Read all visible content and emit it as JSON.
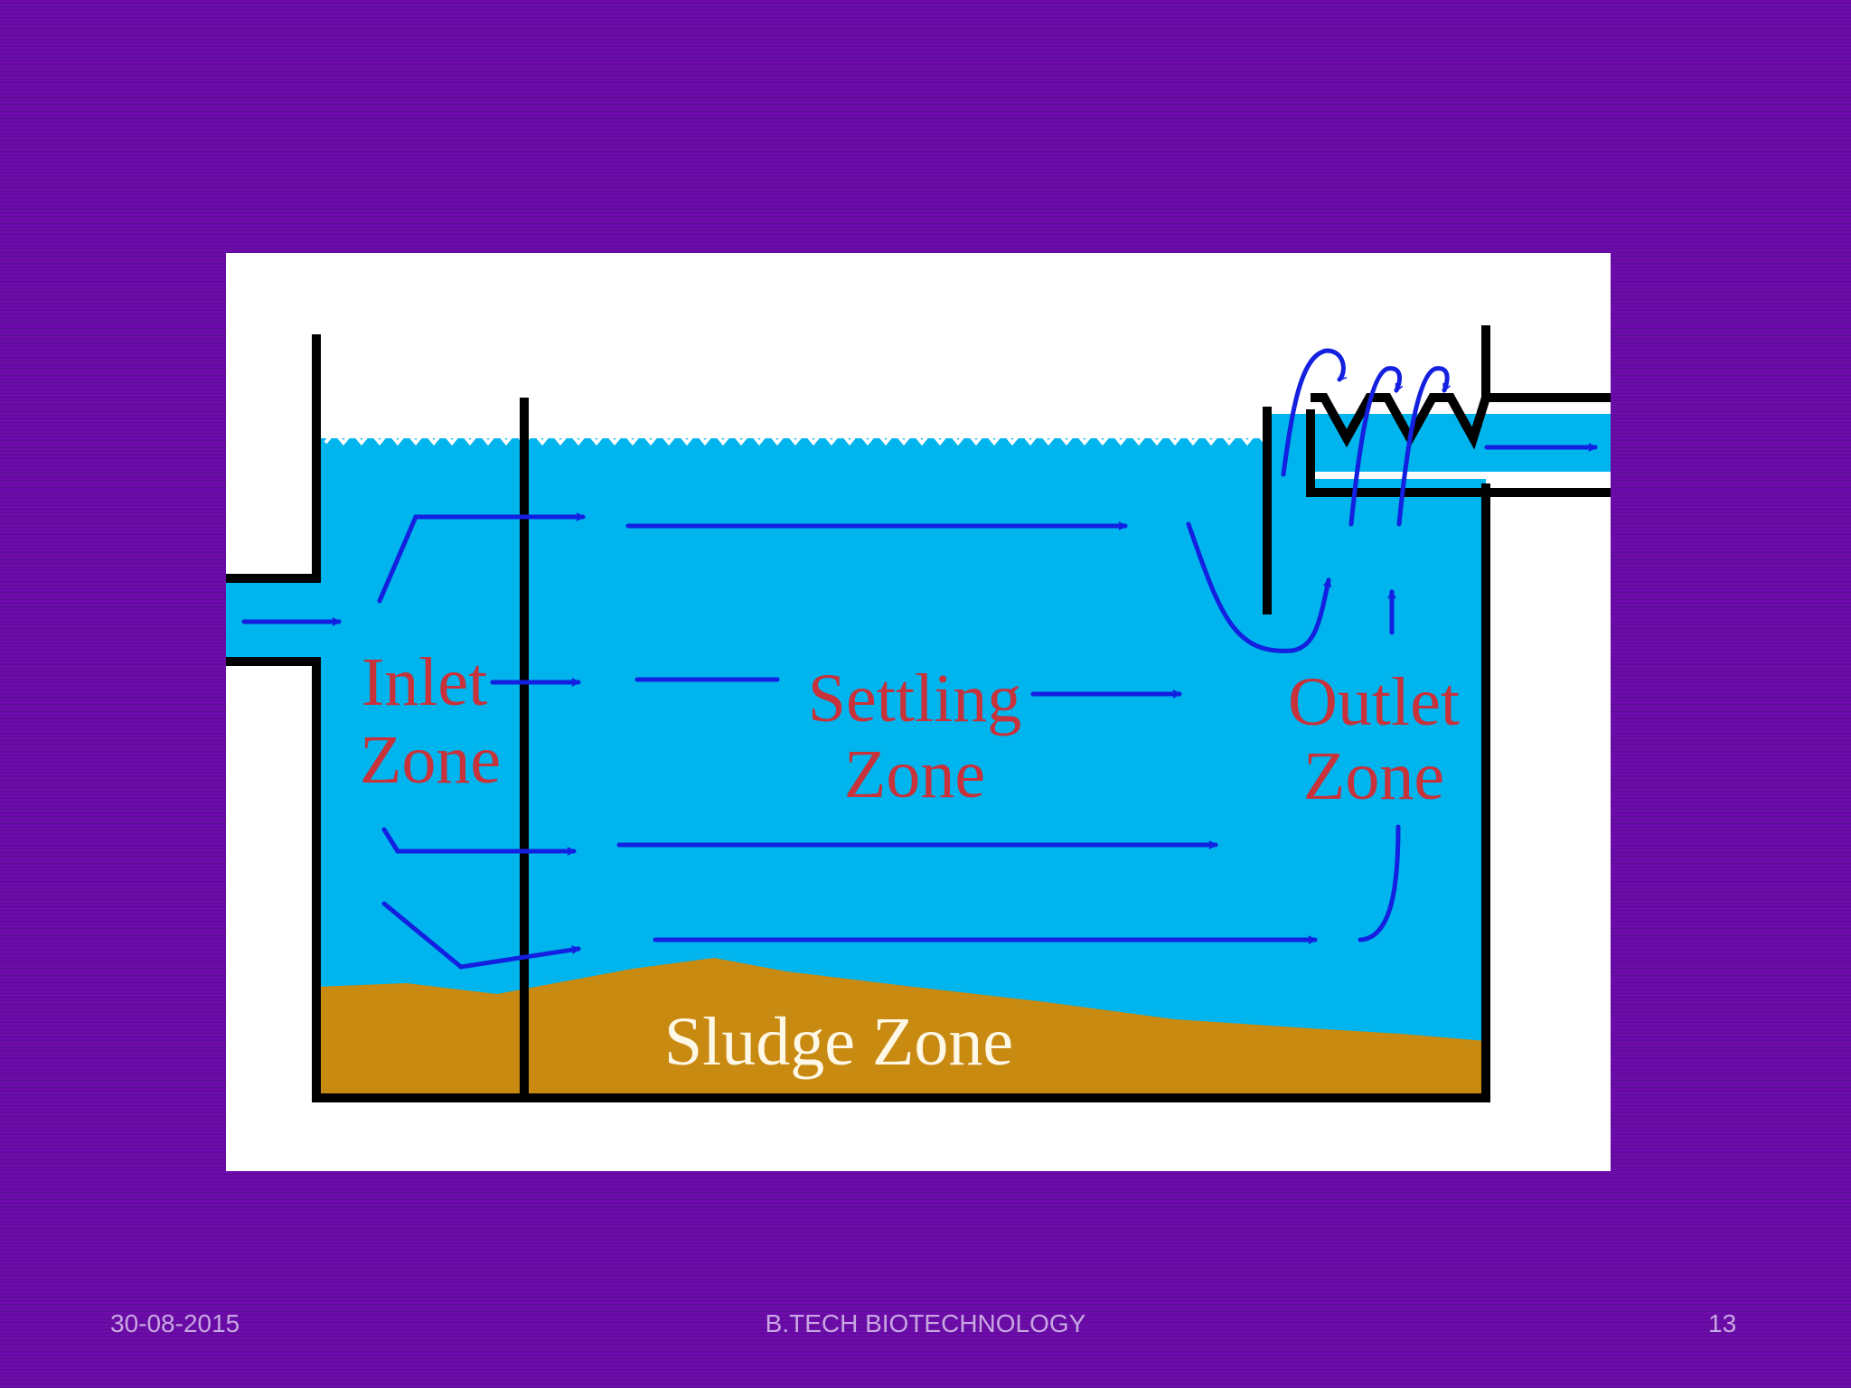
{
  "diagram": {
    "labels": {
      "inlet_line1": "Inlet",
      "inlet_line2": "Zone",
      "settling_line1": "Settling",
      "settling_line2": "Zone",
      "outlet_line1": "Outlet",
      "outlet_line2": "Zone",
      "sludge": "Sludge Zone"
    },
    "colors": {
      "water": "#00b4ee",
      "sludge": "#c98a12",
      "tank_wall": "#000000",
      "flow_arrow": "#1420e0",
      "zone_label": "#c8323a",
      "sludge_label": "#fff8e6",
      "frame_background": "#ffffff"
    }
  },
  "footer": {
    "date": "30-08-2015",
    "course": "B.TECH BIOTECHNOLOGY",
    "page_number": "13"
  },
  "theme": {
    "background": "#6a0aa6",
    "footer_text": "#c8a6e2"
  }
}
